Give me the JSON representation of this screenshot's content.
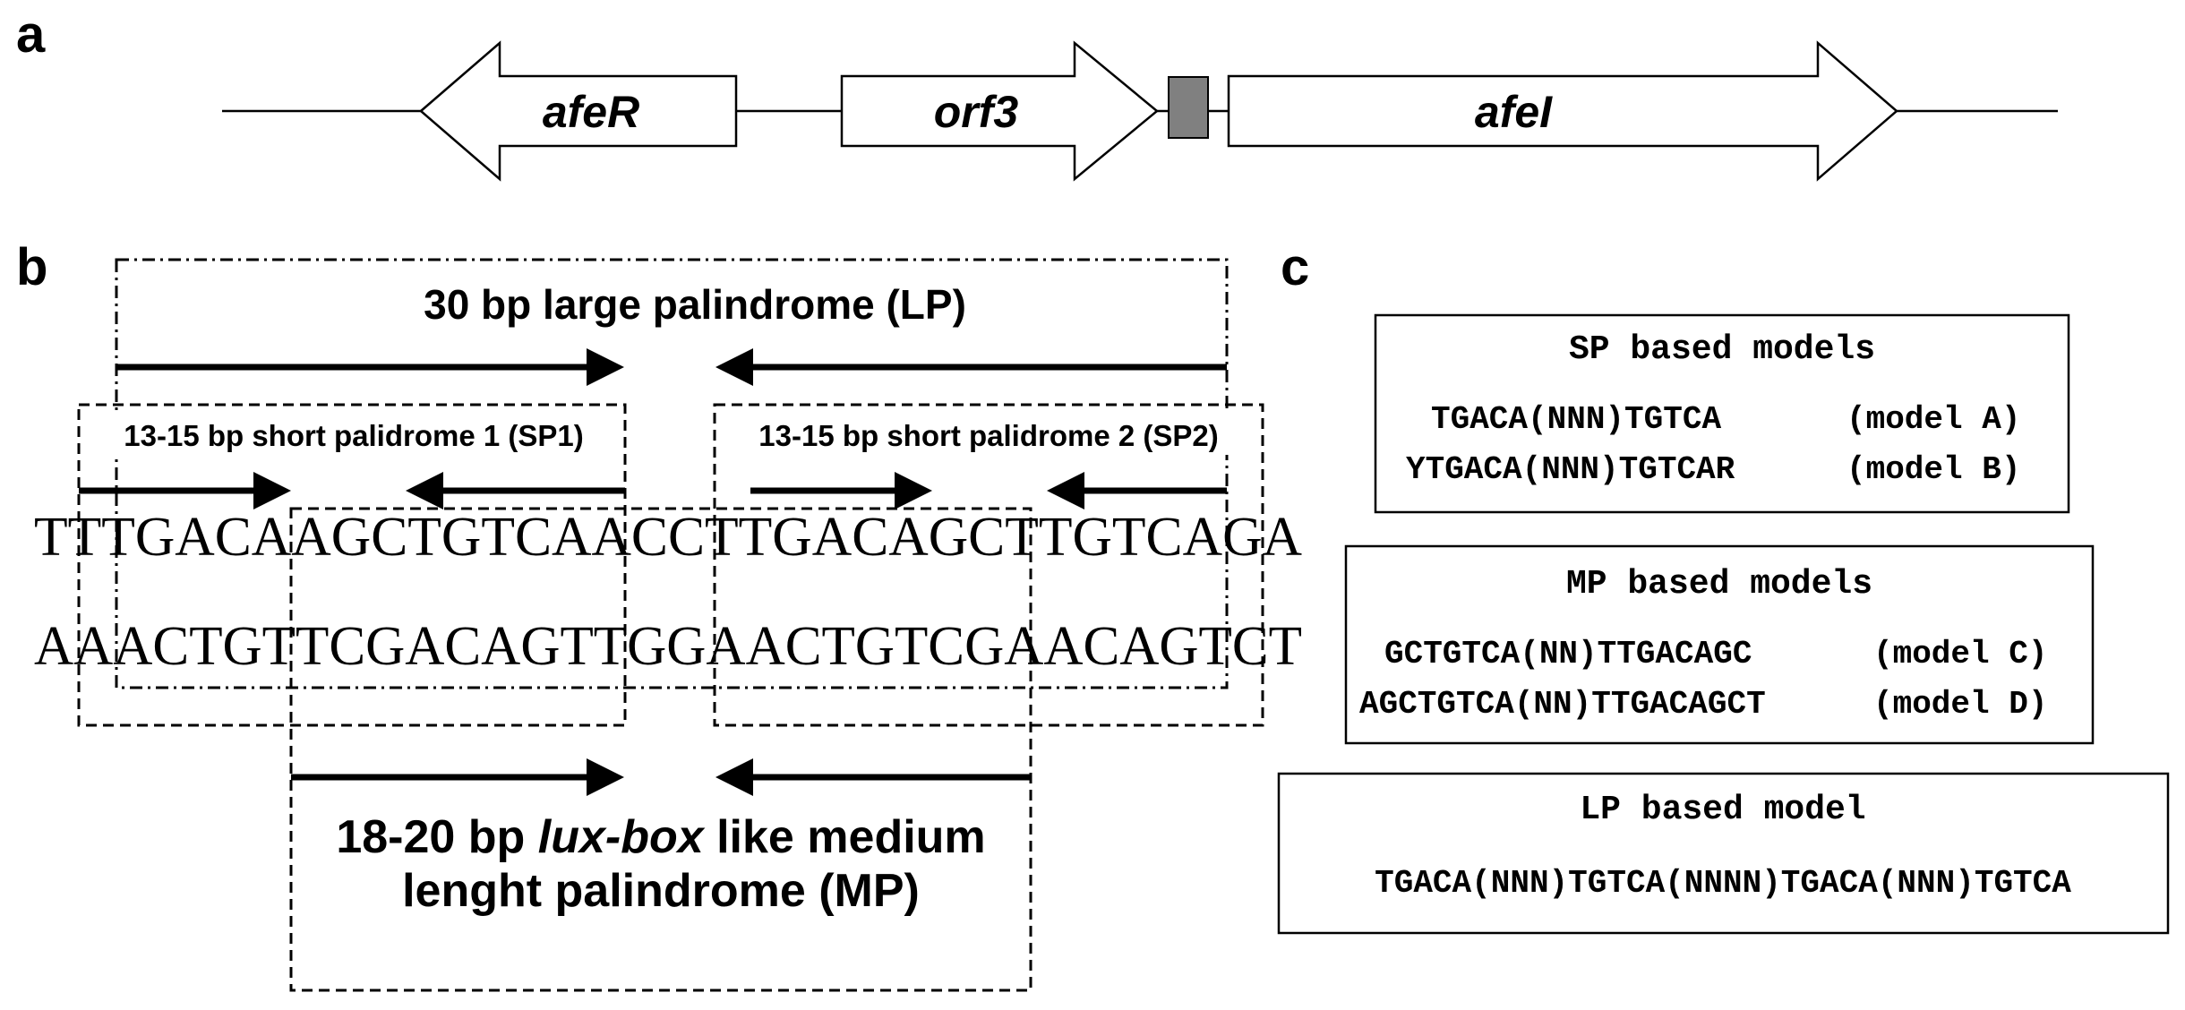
{
  "panels": {
    "a": "a",
    "b": "b",
    "c": "c"
  },
  "genes": {
    "left": "afeR",
    "middle": "orf3",
    "right": "afeI",
    "promoter_color": "#808080"
  },
  "palindromes": {
    "lp_title": "30 bp large palindrome (LP)",
    "sp1_title": "13-15 bp short palidrome 1 (SP1)",
    "sp2_title": "13-15 bp short palidrome 2 (SP2)",
    "mp_title_pre": "18-20 bp ",
    "mp_title_italic": "lux-box",
    "mp_title_post": " like medium",
    "mp_title_line2": "lenght palindrome (MP)"
  },
  "sequence": {
    "top_strand": "TTTGACAAGCTGTCAACCTTGACAGCTTGTCAGA",
    "bottom_strand": "AAACTGTTCGACAGTTGGAACTGTCGAACAGTCT"
  },
  "models": {
    "sp": {
      "title": "SP based models",
      "rows": [
        {
          "motif": "TGACA(NNN)TGTCA",
          "label": "(model A)"
        },
        {
          "motif": "YTGACA(NNN)TGTCAR",
          "label": "(model B)"
        }
      ]
    },
    "mp": {
      "title": "MP based models",
      "rows": [
        {
          "motif": "GCTGTCA(NN)TTGACAGC",
          "label": "(model C)"
        },
        {
          "motif": "AGCTGTCA(NN)TTGACAGCT",
          "label": "(model D)"
        }
      ]
    },
    "lp": {
      "title": "LP based model",
      "rows": [
        {
          "motif": "TGACA(NNN)TGTCA(NNNN)TGACA(NNN)TGTCA"
        }
      ]
    }
  }
}
